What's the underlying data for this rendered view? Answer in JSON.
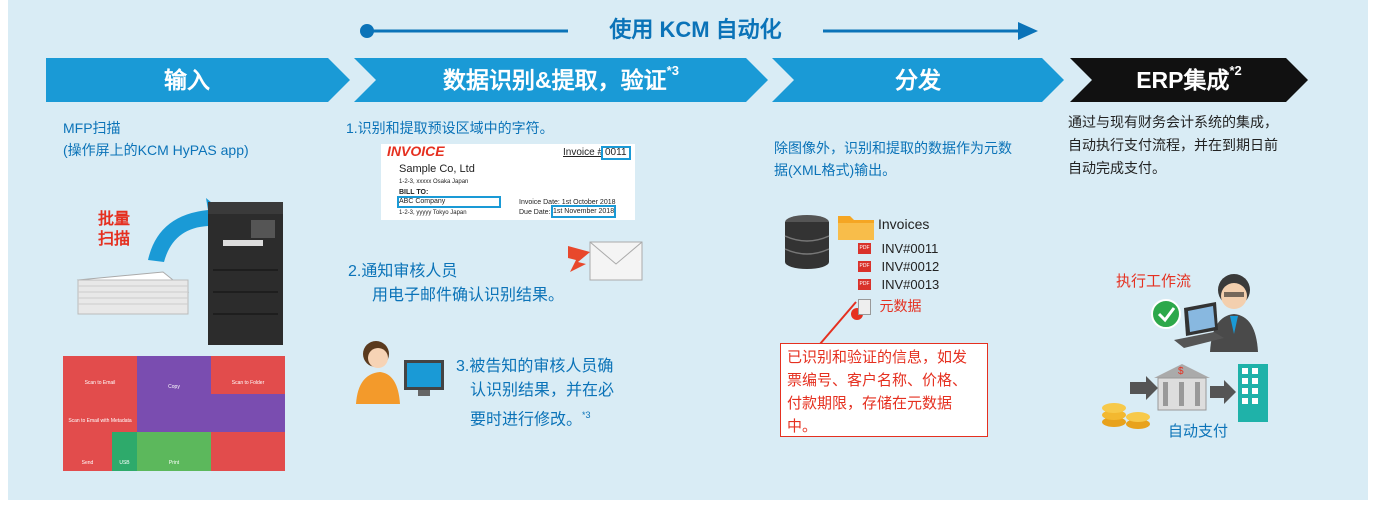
{
  "banner": {
    "title": "使用 KCM 自动化"
  },
  "stages": [
    {
      "label": "输入",
      "sup": ""
    },
    {
      "label": "数据识别&提取，验证",
      "sup": "*3"
    },
    {
      "label": "分发",
      "sup": ""
    },
    {
      "label": "ERP集成",
      "sup": "*2"
    }
  ],
  "input": {
    "line1": "MFP扫描",
    "line2": "(操作屏上的KCM HyPAS app)",
    "batch1": "批量",
    "batch2": "扫描",
    "tiles": [
      "Scan to Email",
      "Copy",
      "Scan to Folder",
      "Scan to Email with Metadata",
      "Send",
      "USB",
      "Print"
    ]
  },
  "recog": {
    "step1": "1.识别和提取预设区域中的字符。",
    "step2_1": "2.通知审核人员",
    "step2_2": "用电子邮件确认识别结果。",
    "step3_1": "3.被告知的审核人员确",
    "step3_2": "认识别结果，并在必",
    "step3_3": "要时进行修改。",
    "step3_sup": "*3"
  },
  "invoice": {
    "title": "INVOICE",
    "number_label": "Invoice #",
    "number": "0011",
    "company": "Sample Co, Ltd",
    "address": "1-2-3, xxxxx Osaka Japan",
    "bill_to": "BILL TO:",
    "customer": "ABC Company",
    "customer_addr": "1-2-3, yyyyy Tokyo Japan",
    "invoice_date": "Invoice Date: 1st October 2018",
    "due_label": "Due Date:",
    "due_date": "1st November 2018"
  },
  "distribute": {
    "line1": "除图像外，识别和提取的数据作为元数",
    "line2": "据(XML格式)输出。",
    "folder": "Invoices",
    "files": [
      "INV#0011",
      "INV#0012",
      "INV#0013"
    ],
    "pdf_badge": "PDF",
    "metadata": "元数据",
    "note": "已识别和验证的信息，如发票编号、客户名称、价格、付款期限，存储在元数据中。"
  },
  "erp": {
    "line1": "通过与现有财务会计系统的集成，",
    "line2": "自动执行支付流程，并在到期日前",
    "line3": "自动完成支付。",
    "workflow": "执行工作流",
    "payment": "自动支付"
  },
  "colors": {
    "background": "#d9ecf5",
    "arrow_blue": "#1a9ad6",
    "erp_black": "#111111",
    "text_blue": "#0b73b8",
    "accent_red": "#e53020"
  }
}
